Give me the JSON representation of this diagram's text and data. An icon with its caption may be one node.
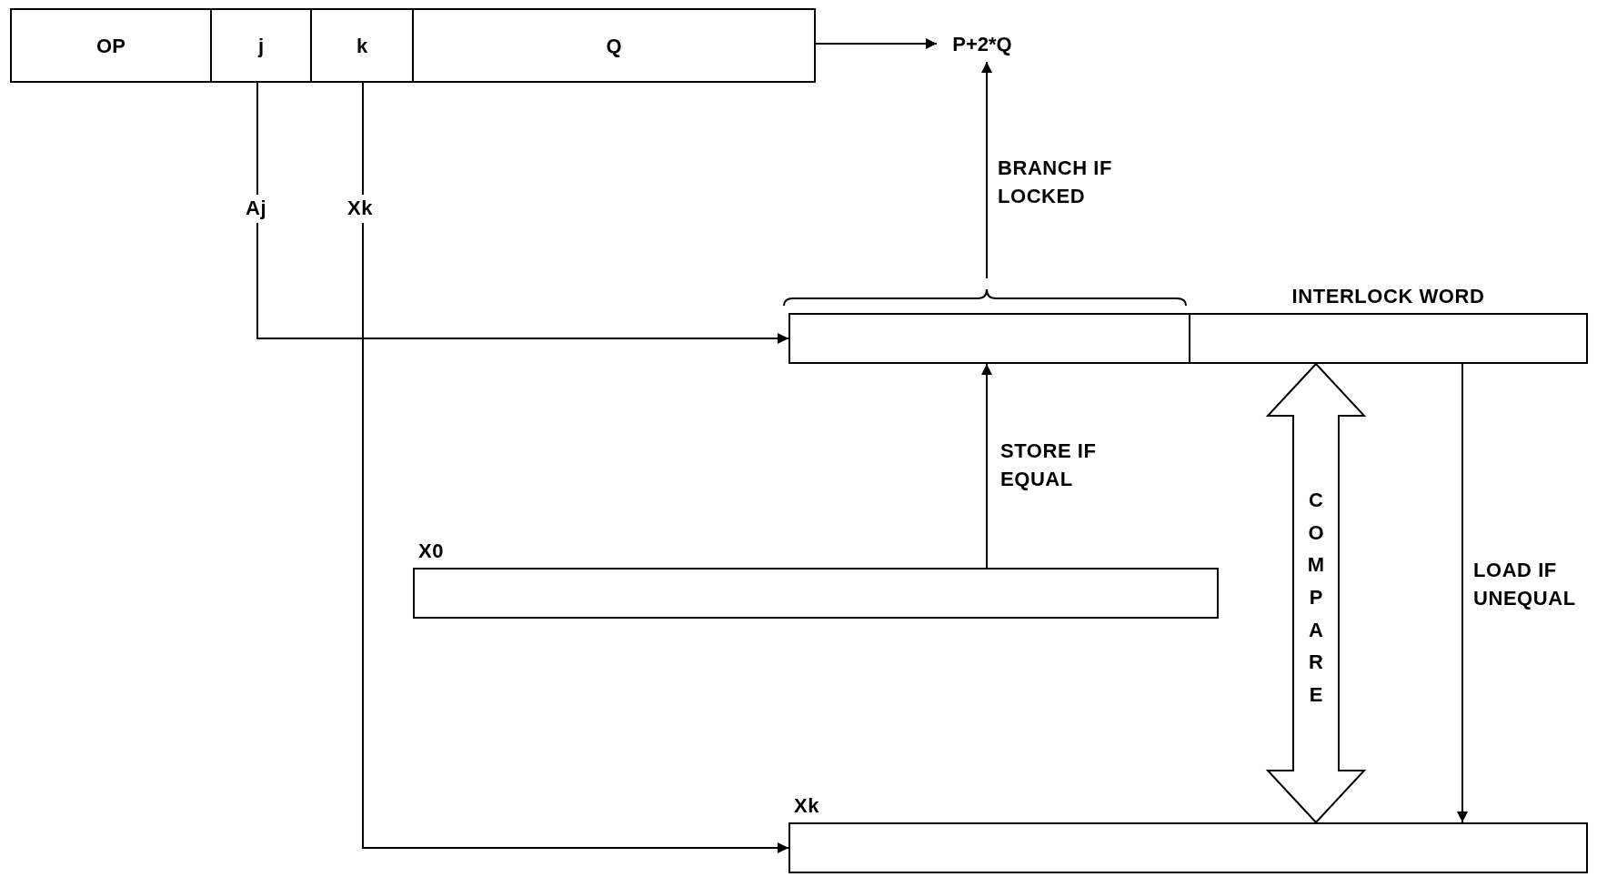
{
  "diagram": {
    "nodes": [
      {
        "text": [
          "OP"
        ]
      },
      {
        "text": [
          "j"
        ]
      },
      {
        "text": [
          "k"
        ]
      },
      {
        "text": [
          "Q"
        ]
      },
      {
        "text": [
          "P+2*Q"
        ]
      },
      {
        "text": [],
        "shape": "box"
      },
      {
        "text": [
          "INTERLOCK WORD"
        ]
      },
      {
        "text": [
          "X0"
        ]
      },
      {
        "text": [
          "Xk"
        ]
      }
    ],
    "edges": [
      {
        "from": 3,
        "to": 4,
        "arrow": "to"
      },
      {
        "from": 5,
        "to": 4,
        "arrow": "to",
        "label": "BRANCH IF LOCKED"
      },
      {
        "from": 1,
        "to": 5,
        "arrow": "to",
        "label": "Aj"
      },
      {
        "from": 2,
        "to": 8,
        "arrow": "to",
        "label": "Xk"
      },
      {
        "from": 7,
        "to": 5,
        "arrow": "to",
        "label": "STORE IF EQUAL"
      },
      {
        "from": 6,
        "to": 8,
        "arrow": "both",
        "label": "COMPARE",
        "style": "thick"
      },
      {
        "from": 6,
        "to": 8,
        "arrow": "to",
        "label": "LOAD IF UNEQUAL"
      }
    ]
  }
}
